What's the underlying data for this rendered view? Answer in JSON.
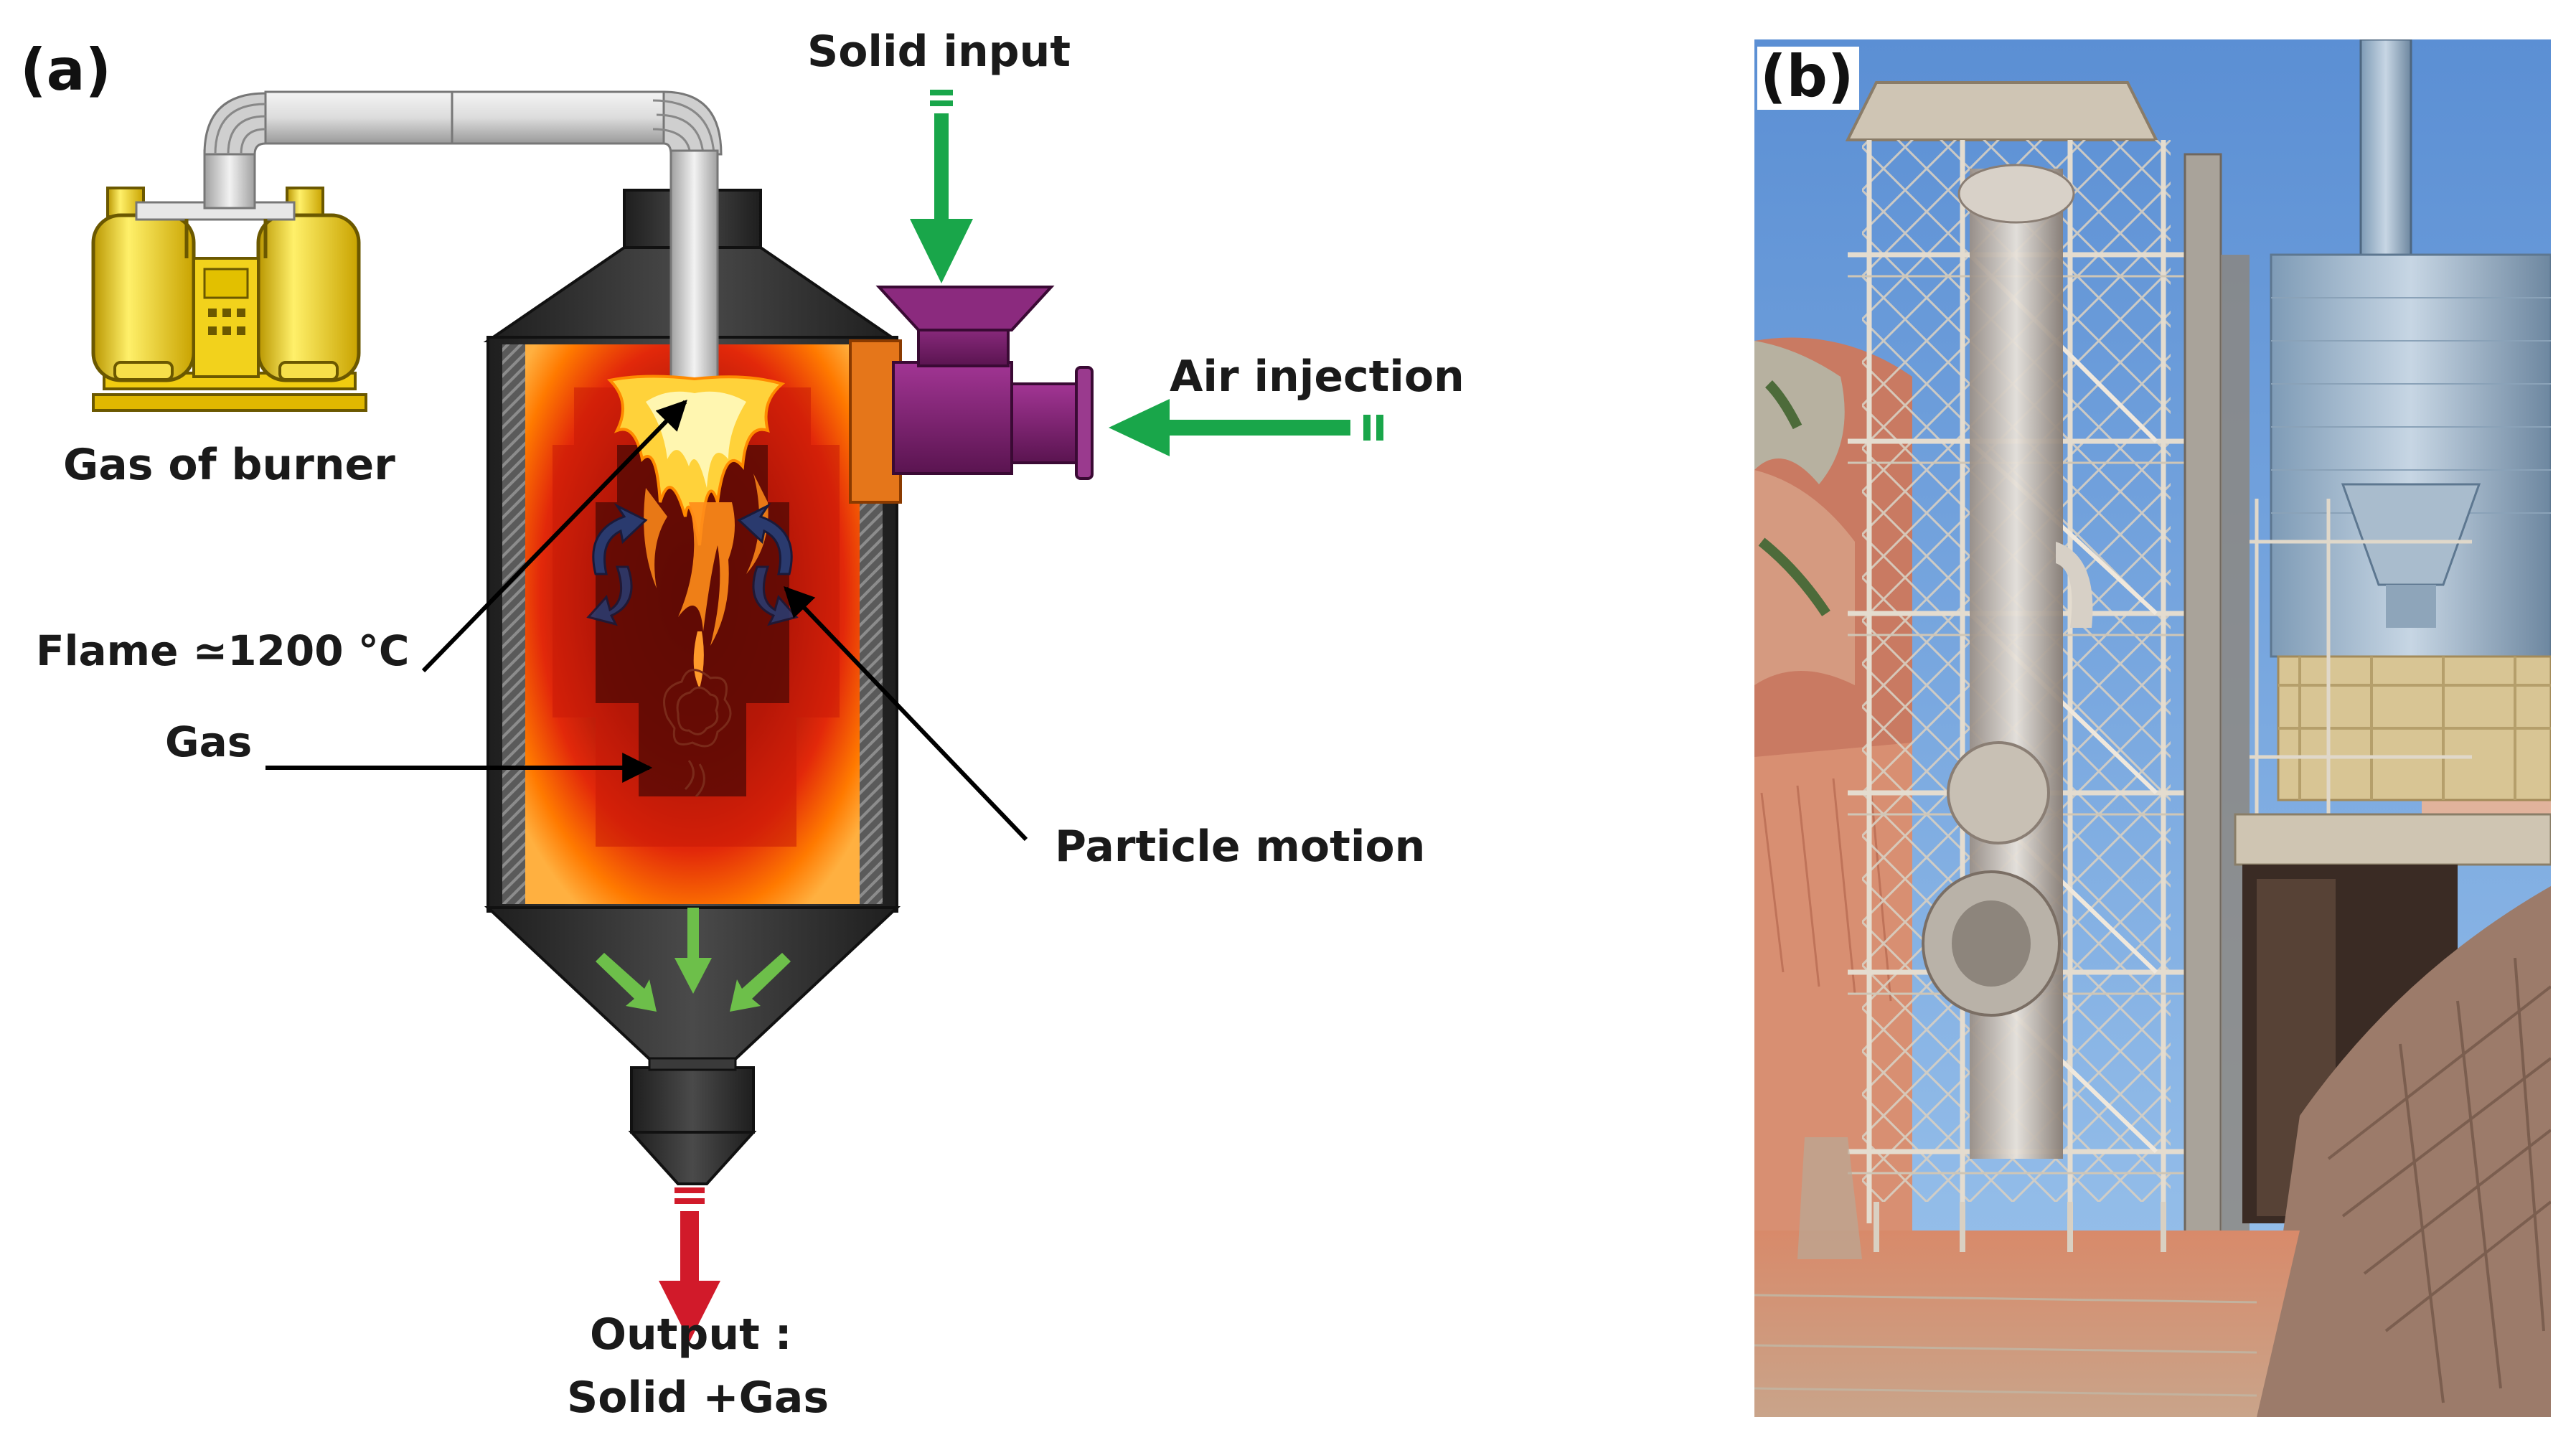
{
  "panel_a": {
    "tag": "(a)",
    "labels": {
      "solid_input": "Solid input",
      "air_injection": "Air injection",
      "gas_of_burner": "Gas of burner",
      "flame": "Flame ≃1200 °C",
      "gas": "Gas",
      "particle_motion": "Particle motion",
      "output_line1": "Output :",
      "output_line2": "Solid +Gas"
    },
    "colors": {
      "arrow_green": "#16a34a",
      "arrow_red": "#d11a2a",
      "burner_yellow": "#f4d11a",
      "vessel_dark": "#2f2f2f",
      "fire_orange": "#ff6a00",
      "inlet_purple": "#7b1f6e"
    }
  },
  "panel_b": {
    "tag": "(b)"
  }
}
